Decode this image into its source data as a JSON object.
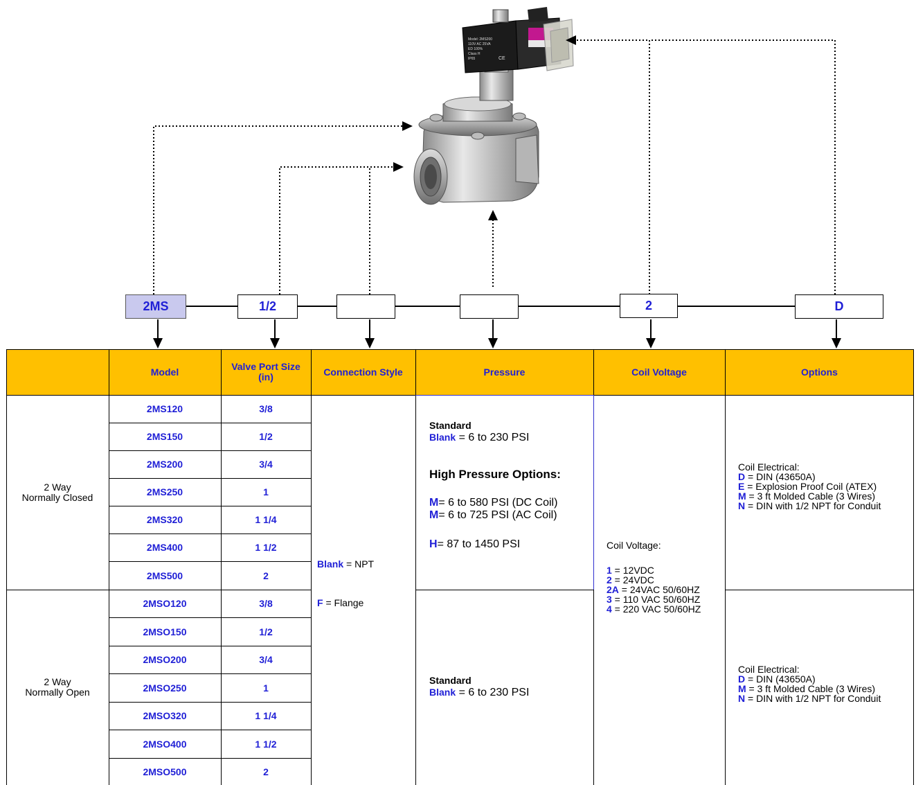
{
  "code_boxes": {
    "model": "2MS",
    "port": "1/2",
    "connection": "",
    "pressure": "",
    "voltage": "2",
    "options": "D"
  },
  "product_image": {
    "label_line1": "Model: 2MS200",
    "label_line2": "110V AC 25VA",
    "label_line3": "ED 100%",
    "label_line4": "Class H",
    "label_line5": "IP65",
    "label_mark": "CE"
  },
  "headers": {
    "model": "Model",
    "port_size": "Valve Port Size (in)",
    "connection": "Connection Style",
    "pressure": "Pressure",
    "voltage": "Coil Voltage",
    "options": "Options"
  },
  "groups": [
    {
      "label1": "2 Way",
      "label2": "Normally Closed",
      "rows": [
        {
          "model": "2MS120",
          "size": "3/8"
        },
        {
          "model": "2MS150",
          "size": "1/2"
        },
        {
          "model": "2MS200",
          "size": "3/4"
        },
        {
          "model": "2MS250",
          "size": "1"
        },
        {
          "model": "2MS320",
          "size": "1 1/4"
        },
        {
          "model": "2MS400",
          "size": "1 1/2"
        },
        {
          "model": "2MS500",
          "size": "2"
        }
      ]
    },
    {
      "label1": "2 Way",
      "label2": "Normally Open",
      "rows": [
        {
          "model": "2MSO120",
          "size": "3/8"
        },
        {
          "model": "2MSO150",
          "size": "1/2"
        },
        {
          "model": "2MSO200",
          "size": "3/4"
        },
        {
          "model": "2MSO250",
          "size": "1"
        },
        {
          "model": "2MSO320",
          "size": "1 1/4"
        },
        {
          "model": "2MSO400",
          "size": "1 1/2"
        },
        {
          "model": "2MSO500",
          "size": "2"
        }
      ]
    }
  ],
  "connection": {
    "npt_code": "Blank",
    "npt_text": " = NPT",
    "flange_code": "F",
    "flange_text": " = Flange"
  },
  "pressure_nc": {
    "standard_title": "Standard",
    "blank_code": "Blank",
    "blank_text": " = 6  to 230 PSI",
    "high_title": "High Pressure Options:",
    "m_dc_code": "M",
    "m_dc_text": "= 6 to 580 PSI (DC Coil)",
    "m_ac_code": "M",
    "m_ac_text": "= 6 to 725 PSI (AC Coil)",
    "h_code": "H",
    "h_text": "= 87 to 1450 PSI"
  },
  "pressure_no": {
    "standard_title": "Standard",
    "blank_code": "Blank",
    "blank_text": " = 6  to 230 PSI"
  },
  "voltage": {
    "title": "Coil Voltage:",
    "items": [
      {
        "code": "1",
        "text": " = 12VDC"
      },
      {
        "code": "2",
        "text": " = 24VDC"
      },
      {
        "code": "2A",
        "text": " = 24VAC 50/60HZ"
      },
      {
        "code": "3",
        "text": " = 110 VAC 50/60HZ"
      },
      {
        "code": "4",
        "text": " = 220 VAC 50/60HZ"
      }
    ]
  },
  "options_nc": {
    "title": "Coil Electrical:",
    "items": [
      {
        "code": "D",
        "text": " = DIN (43650A)"
      },
      {
        "code": "E",
        "text": " = Explosion Proof Coil (ATEX)"
      },
      {
        "code": "M",
        "text": " = 3 ft Molded Cable (3 Wires)"
      },
      {
        "code": "N",
        "text": " = DIN with 1/2 NPT for Conduit"
      }
    ]
  },
  "options_no": {
    "title": "Coil Electrical:",
    "items": [
      {
        "code": "D",
        "text": " = DIN (43650A)"
      },
      {
        "code": "M",
        "text": " = 3 ft Molded Cable (3 Wires)"
      },
      {
        "code": "N",
        "text": " = DIN with 1/2 NPT for Conduit"
      }
    ]
  },
  "colors": {
    "header_bg": "#ffc000",
    "accent_blue": "#1f1fd6",
    "model_box_bg": "#c9c9ee"
  }
}
